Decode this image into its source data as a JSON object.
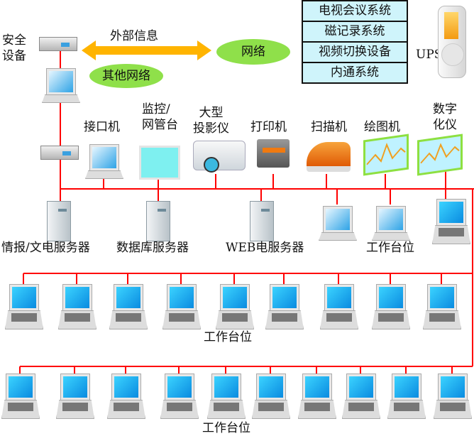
{
  "security_device": {
    "label_line1": "安全",
    "label_line2": "设备"
  },
  "external_info": {
    "label": "外部信息"
  },
  "network": {
    "label": "网络"
  },
  "other_network": {
    "label": "其他网络"
  },
  "systems": [
    "电视会议系统",
    "磁记录系统",
    "视频切换设备",
    "内通系统"
  ],
  "ups": {
    "label": "UPS"
  },
  "devices": {
    "interface": {
      "label": "接口机"
    },
    "monitor": {
      "line1": "监控/",
      "line2": "网管台"
    },
    "projector": {
      "line1": "大型",
      "line2": "投影仪"
    },
    "printer": {
      "label": "打印机"
    },
    "scanner": {
      "label": "扫描机"
    },
    "plotter": {
      "label": "绘图机"
    },
    "digitizer": {
      "line1": "数字",
      "line2": "化仪"
    }
  },
  "servers": [
    "情报/文电服务器",
    "数据库服务器",
    "WEB电服务器"
  ],
  "workstations": {
    "row1_label": "工作台位",
    "row2_label": "工作台位",
    "row3_label": "工作台位"
  },
  "colors": {
    "wire": "#ff0000",
    "arrow": "#ffb400",
    "network": "#8fe04a",
    "system_box": "#cff4fb"
  }
}
